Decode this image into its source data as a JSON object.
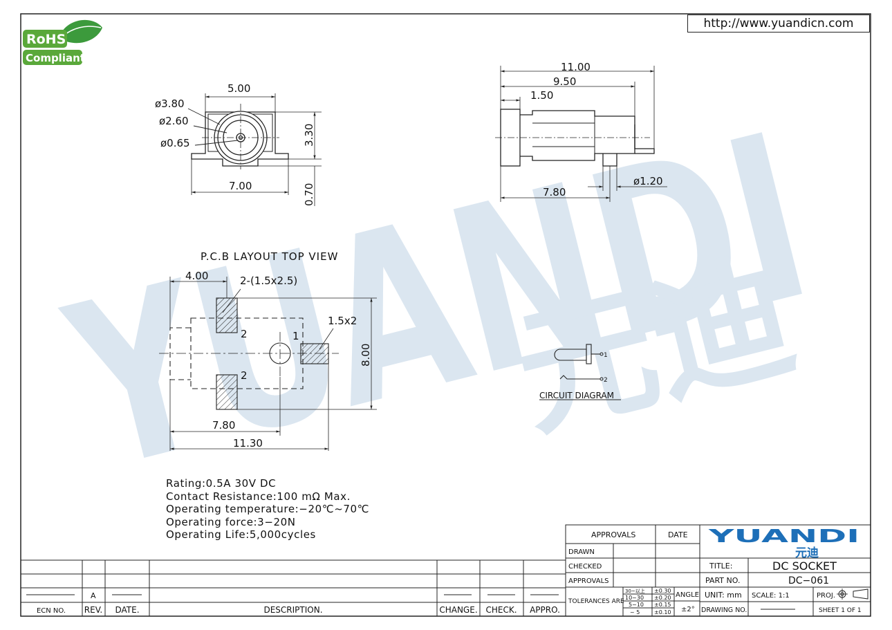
{
  "header": {
    "url": "http://www.yuandicn.com"
  },
  "logo": {
    "line1": "RoHS",
    "line2": "Compliant"
  },
  "watermark": {
    "latin": "YUANDI",
    "cjk": "元迪"
  },
  "front_view": {
    "dims": {
      "width_top": "5.00",
      "d1": "ø3.80",
      "d2": "ø2.60",
      "d3": "ø0.65",
      "height": "3.30",
      "width_base": "7.00",
      "offset": "0.70"
    }
  },
  "side_view": {
    "dims": {
      "l1": "11.00",
      "l2": "9.50",
      "l3": "1.50",
      "l4": "7.80",
      "pin": "ø1.20"
    }
  },
  "pcb": {
    "title": "P.C.B  LAYOUT  TOP  VIEW",
    "dims": {
      "x1": "4.00",
      "pad_a": "2-(1.5x2.5)",
      "pad_b": "1.5x2",
      "h": "8.00",
      "x2": "7.80",
      "x3": "11.30"
    },
    "pins": {
      "p2a": "2",
      "p2b": "2",
      "p1": "1"
    }
  },
  "circuit": {
    "title": "CIRCUIT  DIAGRAM",
    "n1": "1",
    "n2": "2"
  },
  "specs": [
    "Rating:0.5A  30V  DC",
    "Contact  Resistance:100  mΩ  Max.",
    "Operating  temperature:−20℃~70℃",
    "Operating  force:3−20N",
    "Operating  Life:5,000cycles"
  ],
  "revision_table": {
    "headers": [
      "ECN  NO.",
      "REV.",
      "DATE.",
      "DESCRIPTION.",
      "CHANGE.",
      "CHECK.",
      "APPRO."
    ],
    "rev": "A"
  },
  "title_block": {
    "approvals_hdr": "APPROVALS",
    "date_hdr": "DATE",
    "drawn": "DRAWN",
    "checked": "CHECKED",
    "approvals": "APPROVALS",
    "tolerances": "TOLERANCES  ARE",
    "tol_rows": [
      {
        "range": "30~以上",
        "tol": "±0.30"
      },
      {
        "range": "10~30",
        "tol": "±0.20"
      },
      {
        "range": "5~10",
        "tol": "±0.15"
      },
      {
        "range": "~ 5",
        "tol": "±0.10"
      }
    ],
    "angle_hdr": "ANGLE",
    "angle_val": "±2°",
    "brand": "YUANDI",
    "brand_cjk": "元迪",
    "title_lbl": "TITLE:",
    "title_val": "DC SOCKET",
    "part_lbl": "PART  NO.",
    "part_val": "DC−061",
    "unit": "UNIT:  mm",
    "scale": "SCALE:    1:1",
    "proj": "PROJ.",
    "drawing_no": "DRAWING  NO.",
    "sheet": "SHEET    1  OF  1"
  }
}
